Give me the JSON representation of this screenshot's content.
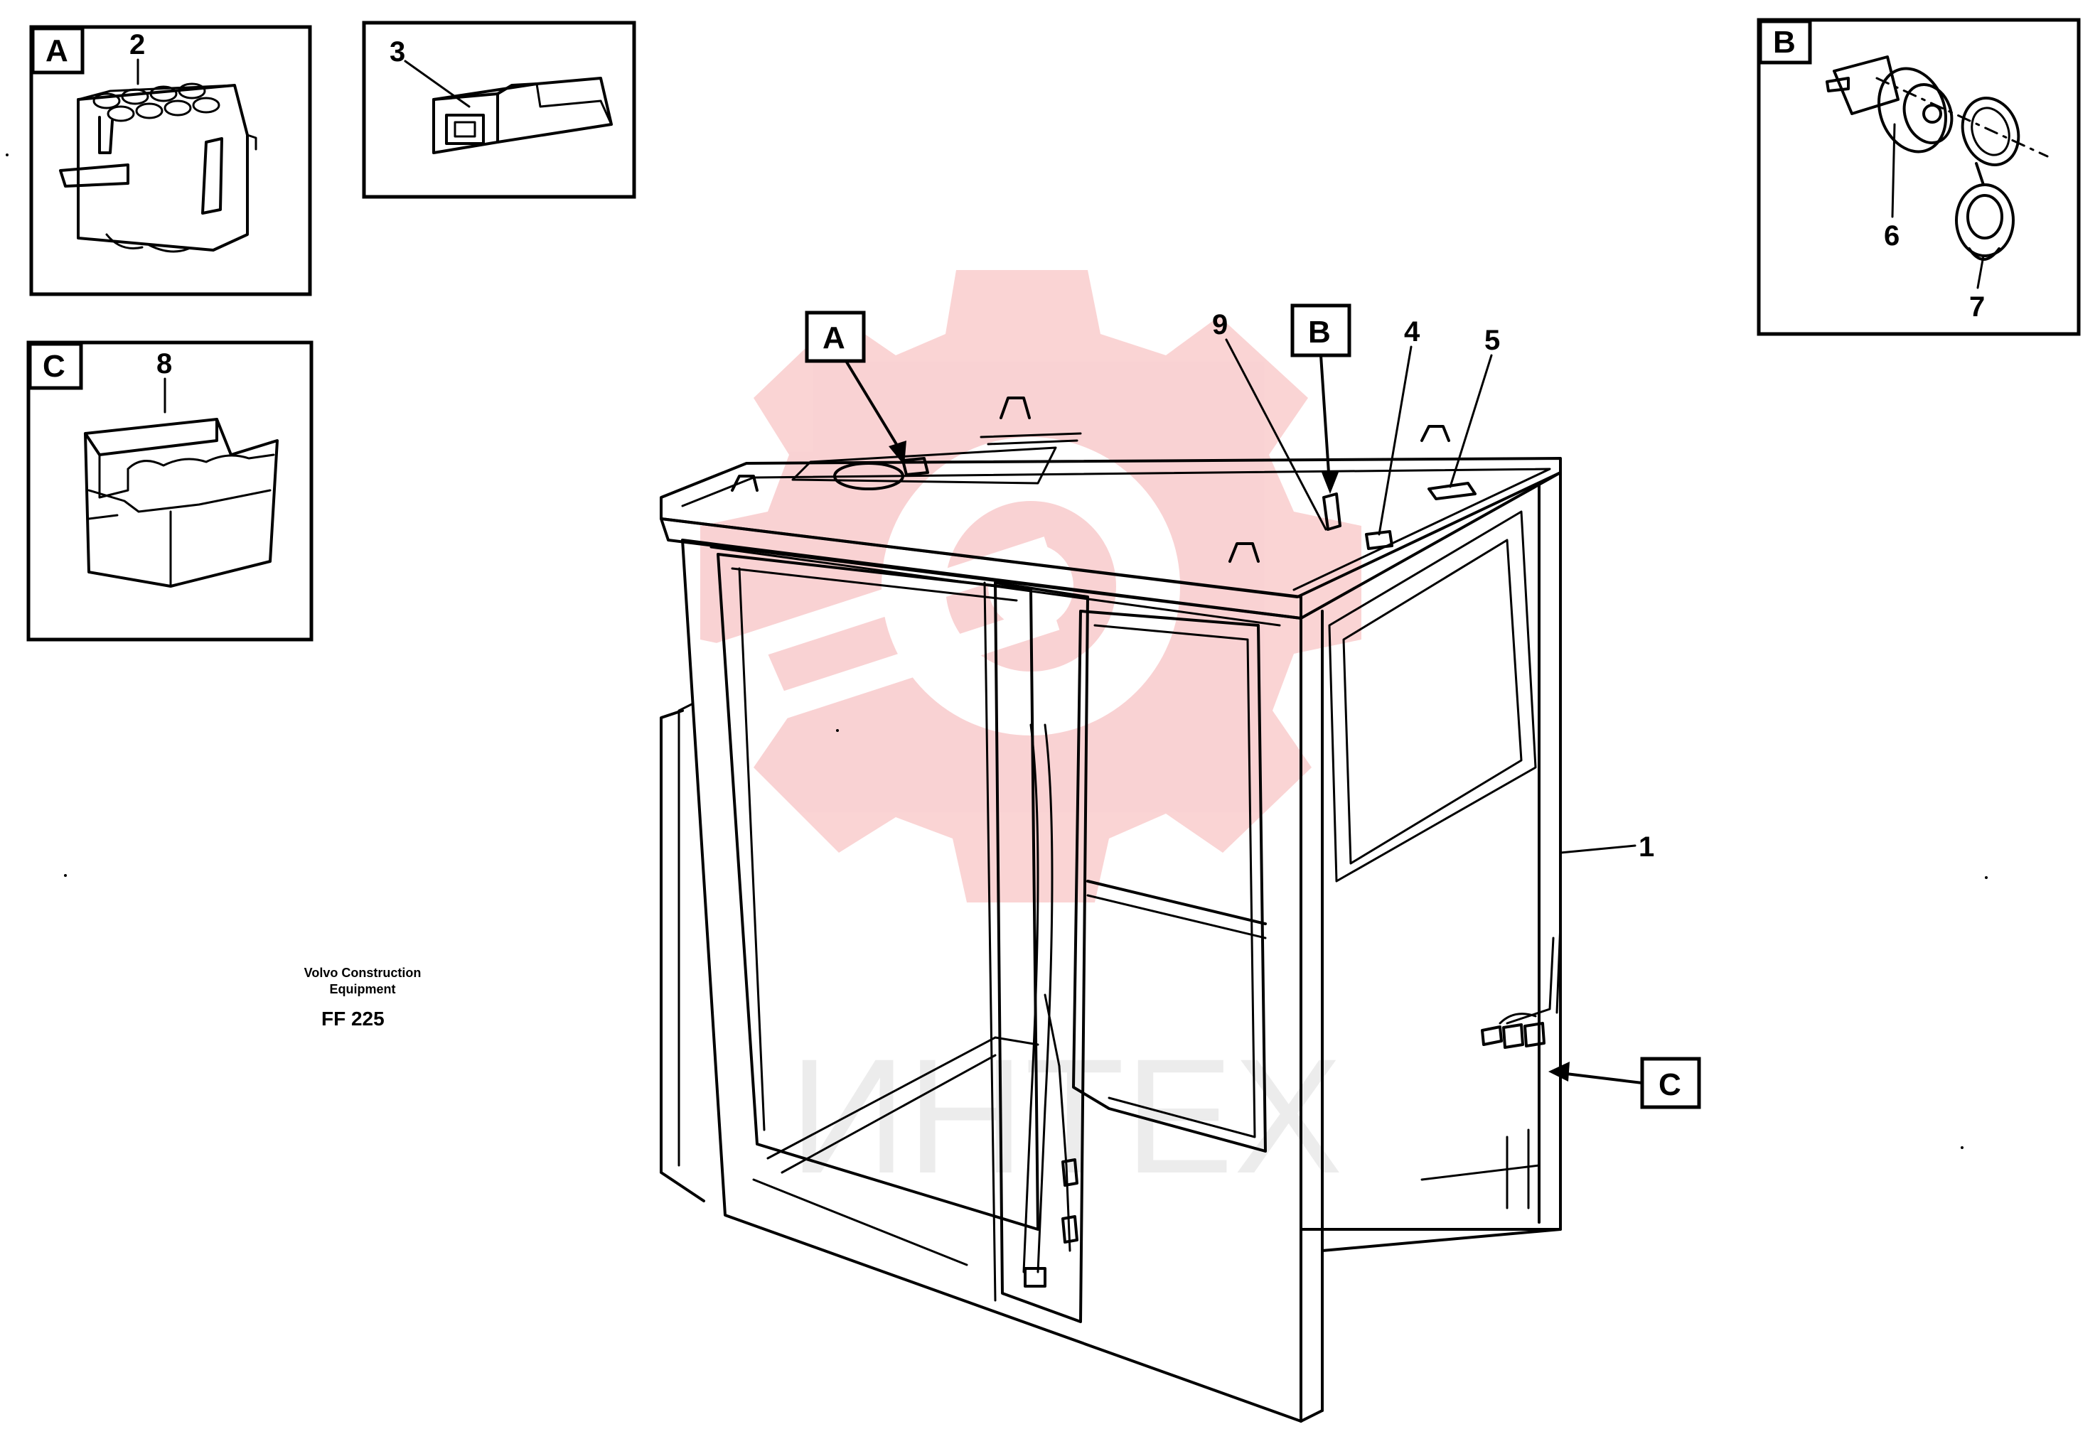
{
  "callouts": {
    "A": "A",
    "B": "B",
    "C": "C"
  },
  "parts": {
    "p1": "1",
    "p2": "2",
    "p3": "3",
    "p4": "4",
    "p5": "5",
    "p6": "6",
    "p7": "7",
    "p8": "8",
    "p9": "9"
  },
  "footer": {
    "brand_line1": "Volvo Construction",
    "brand_line2": "Equipment",
    "code": "FF 225"
  },
  "watermark": {
    "text": "ИНТЕХ",
    "color": "#e6393d"
  }
}
